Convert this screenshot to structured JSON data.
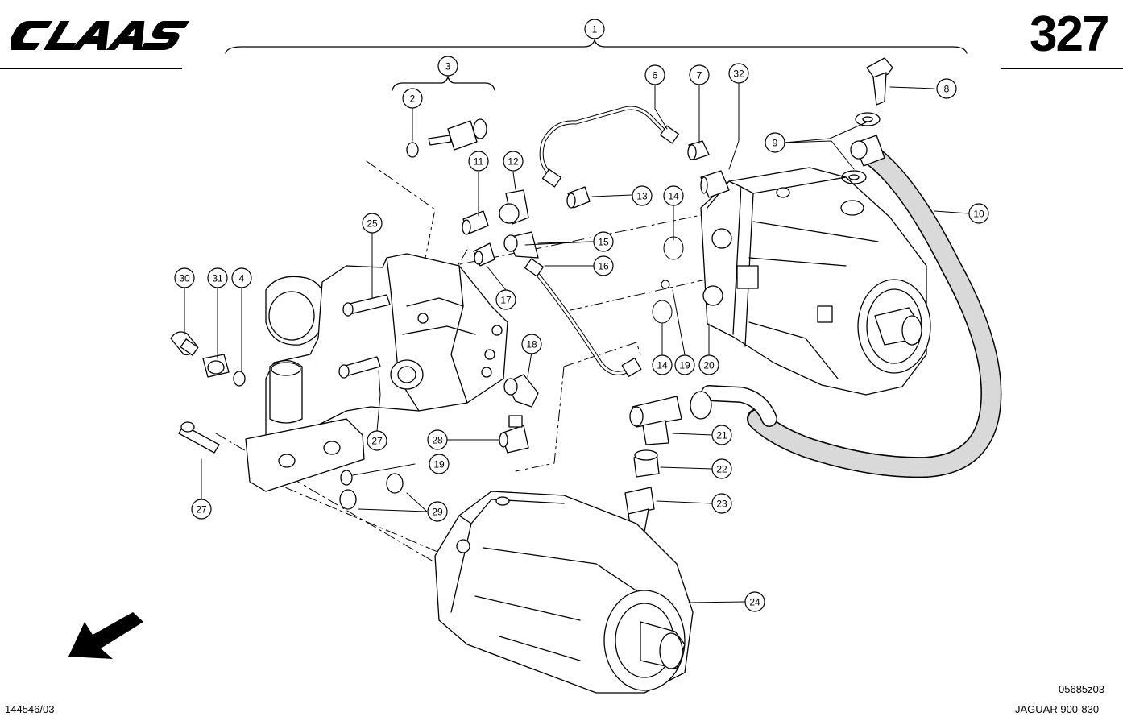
{
  "header": {
    "brand": "CLAAS",
    "page_number": "327"
  },
  "footer": {
    "drawing_id": "05685z03",
    "doc_number": "144546/03",
    "model": "JAGUAR 900-830"
  },
  "callouts": [
    {
      "id": "c1",
      "label": "1"
    },
    {
      "id": "c2",
      "label": "2"
    },
    {
      "id": "c3",
      "label": "3"
    },
    {
      "id": "c4",
      "label": "4"
    },
    {
      "id": "c6",
      "label": "6"
    },
    {
      "id": "c7",
      "label": "7"
    },
    {
      "id": "c8",
      "label": "8"
    },
    {
      "id": "c9",
      "label": "9"
    },
    {
      "id": "c10",
      "label": "10"
    },
    {
      "id": "c11",
      "label": "11"
    },
    {
      "id": "c12",
      "label": "12"
    },
    {
      "id": "c13",
      "label": "13"
    },
    {
      "id": "c14a",
      "label": "14"
    },
    {
      "id": "c14b",
      "label": "14"
    },
    {
      "id": "c15",
      "label": "15"
    },
    {
      "id": "c16",
      "label": "16"
    },
    {
      "id": "c17",
      "label": "17"
    },
    {
      "id": "c18",
      "label": "18"
    },
    {
      "id": "c19a",
      "label": "19"
    },
    {
      "id": "c19b",
      "label": "19"
    },
    {
      "id": "c20",
      "label": "20"
    },
    {
      "id": "c21",
      "label": "21"
    },
    {
      "id": "c22",
      "label": "22"
    },
    {
      "id": "c23",
      "label": "23"
    },
    {
      "id": "c24",
      "label": "24"
    },
    {
      "id": "c25",
      "label": "25"
    },
    {
      "id": "c27a",
      "label": "27"
    },
    {
      "id": "c27b",
      "label": "27"
    },
    {
      "id": "c28",
      "label": "28"
    },
    {
      "id": "c29",
      "label": "29"
    },
    {
      "id": "c30",
      "label": "30"
    },
    {
      "id": "c31",
      "label": "31"
    },
    {
      "id": "c32",
      "label": "32"
    }
  ]
}
